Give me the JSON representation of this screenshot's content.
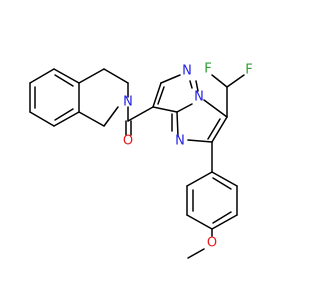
{
  "atoms": {
    "n_pyrazole": "N",
    "n_bridge": "N",
    "n_pyrimidine": "N",
    "n_amide": "N",
    "o_carbonyl": "O",
    "o_methoxy": "O",
    "f_1": "F",
    "f_2": "F"
  },
  "colors": {
    "nitrogen": "#1f1fe6",
    "oxygen": "#e61a1a",
    "fluorine": "#2f9e2f",
    "bond": "#000000"
  }
}
